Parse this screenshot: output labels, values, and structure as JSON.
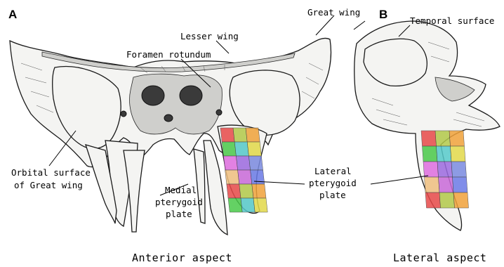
{
  "panels": [
    {
      "letter": "A",
      "caption": "Anterior aspect"
    },
    {
      "letter": "B",
      "caption": "Lateral aspect"
    }
  ],
  "labels": {
    "lesser_wing": "Lesser wing",
    "foramen_rotundum": "Foramen rotundum",
    "great_wing": "Great wing",
    "temporal_surface": "Temporal surface",
    "orbital_surface": [
      "Orbital surface",
      "of Great wing"
    ],
    "medial_pterygoid": [
      "Medial",
      "pterygoid",
      "plate"
    ],
    "lateral_pterygoid": [
      "Lateral",
      "pterygoid",
      "plate"
    ]
  },
  "grid_colors": [
    "#e84a4a",
    "#b3c94a",
    "#f0a23a",
    "#4ac94a",
    "#55c9c9",
    "#e2d94a",
    "#e06ee0",
    "#9c6ae0",
    "#7a8ae0",
    "#f0c080",
    "#c96ad9",
    "#6a7ae6"
  ]
}
